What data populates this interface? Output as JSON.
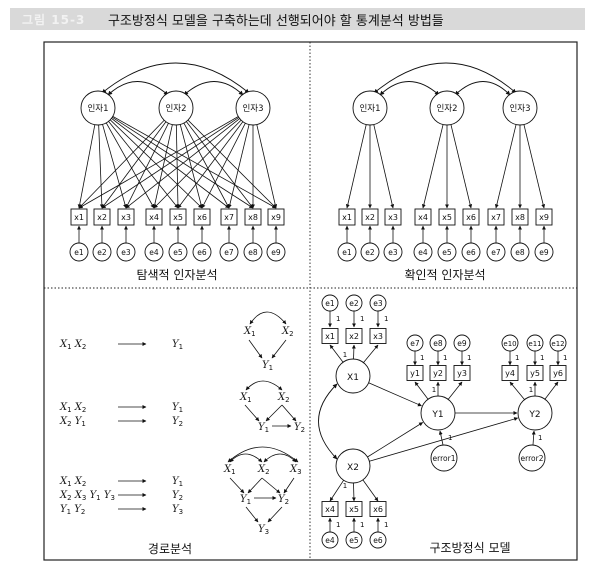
{
  "figure": {
    "label": "그림 15-3",
    "title": "구조방정식 모델을 구축하는데 선행되어야 할 통계분석 방법들"
  },
  "panels": {
    "efa": {
      "caption": "탐색적 인자분석",
      "factors": [
        "인자1",
        "인자2",
        "인자3"
      ],
      "items": [
        "x1",
        "x2",
        "x3",
        "x4",
        "x5",
        "x6",
        "x7",
        "x8",
        "x9"
      ],
      "errors": [
        "e1",
        "e2",
        "e3",
        "e4",
        "e5",
        "e6",
        "e7",
        "e8",
        "e9"
      ]
    },
    "cfa": {
      "caption": "확인적 인자분석",
      "factors": [
        "인자1",
        "인자2",
        "인자3"
      ],
      "items": [
        "x1",
        "x2",
        "x3",
        "x4",
        "x5",
        "x6",
        "x7",
        "x8",
        "x9"
      ],
      "errors": [
        "e1",
        "e2",
        "e3",
        "e4",
        "e5",
        "e6",
        "e7",
        "e8",
        "e9"
      ]
    },
    "path": {
      "caption": "경로분석",
      "x1": "X",
      "x1sub": "1",
      "x2": "X",
      "x2sub": "2",
      "x3": "X",
      "x3sub": "3",
      "y1": "Y",
      "y1sub": "1",
      "y2": "Y",
      "y2sub": "2",
      "y3": "Y",
      "y3sub": "3"
    },
    "sem": {
      "caption": "구조방정식 모델",
      "x_errors": [
        "e1",
        "e2",
        "e3"
      ],
      "x_items": [
        "x1",
        "x2",
        "x3"
      ],
      "x_errors2": [
        "e4",
        "e5",
        "e6"
      ],
      "x_items2": [
        "x4",
        "x5",
        "x6"
      ],
      "y1_errors": [
        "e7",
        "e8",
        "e9"
      ],
      "y1_items": [
        "y1",
        "y2",
        "y3"
      ],
      "y2_errors": [
        "e10",
        "e11",
        "e12"
      ],
      "y2_items": [
        "y4",
        "y5",
        "y6"
      ],
      "latents": [
        "X1",
        "X2",
        "Y1",
        "Y2"
      ],
      "disturbances": [
        "error1",
        "error2"
      ],
      "loading": "1"
    }
  }
}
